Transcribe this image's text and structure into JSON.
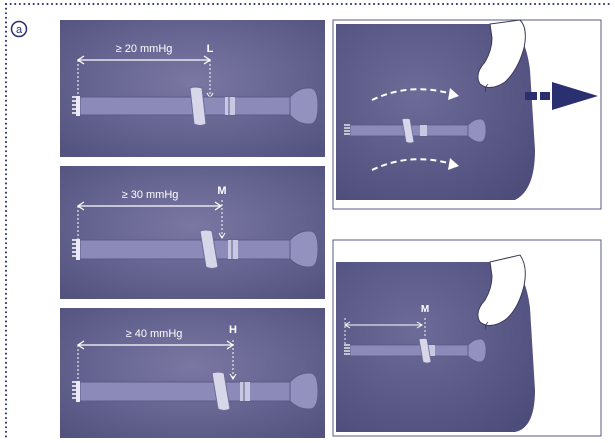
{
  "figure": {
    "panel_letter": "a",
    "gauges": [
      {
        "pressure_label": "≥ 20 mmHg",
        "size_letter": "L"
      },
      {
        "pressure_label": "≥ 30 mmHg",
        "size_letter": "M"
      },
      {
        "pressure_label": "≥ 40 mmHg",
        "size_letter": "H"
      }
    ],
    "photo_bottom": {
      "size_letter": "M"
    }
  },
  "colors": {
    "panel_bg": "#5a5887",
    "panel_bg_light": "#77749d",
    "gauge_fill": "#8c8ab8",
    "gauge_light": "#c9c8e2",
    "arrow_dark": "#2a2f6f",
    "dots": "#2a2f6f"
  }
}
